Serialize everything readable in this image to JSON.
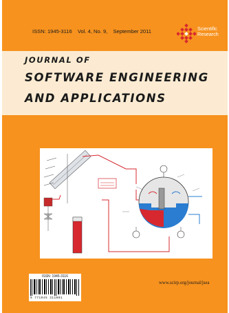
{
  "header": {
    "issn": "ISSN: 1945-3116",
    "volume": "Vol. 4, No. 9,",
    "date": "September 2011"
  },
  "publisher": {
    "line1": "Scientific",
    "line2": "Research"
  },
  "title": {
    "line1": "Journal of",
    "line2": "Software Engineering",
    "line3": "and Applications"
  },
  "barcode": {
    "issn": "ISSN: 1945-3116",
    "digits": "9 771945 311001"
  },
  "footer": {
    "url": "www.scirp.org/journal/jsea"
  },
  "colors": {
    "cover": "#f7921e",
    "band": "#fcebd2",
    "logo_red": "#d7282f"
  }
}
